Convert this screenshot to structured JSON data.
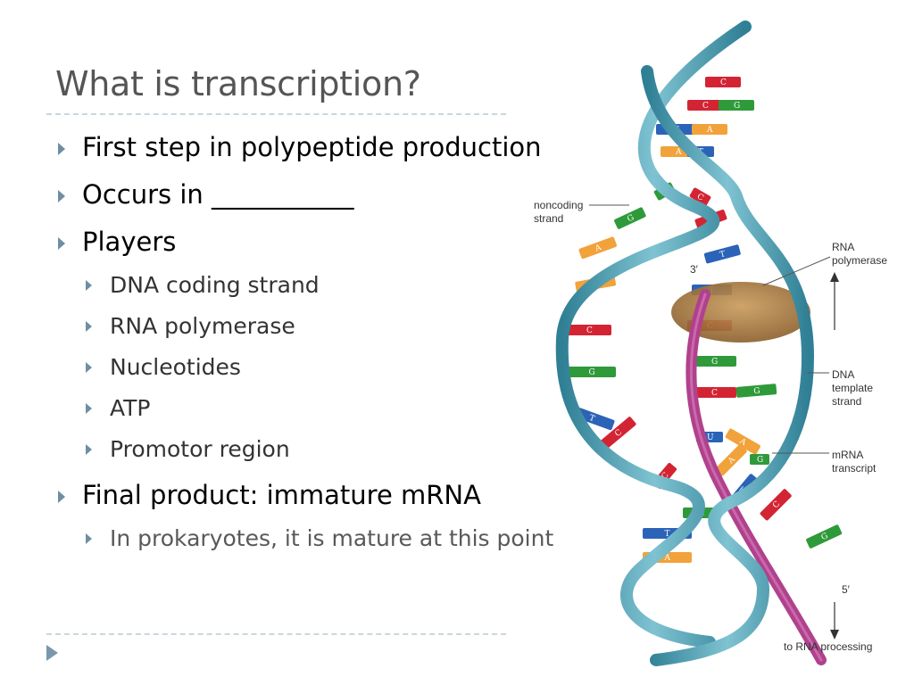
{
  "slide": {
    "title": "What is transcription?",
    "bullets": [
      {
        "level": 1,
        "text": "First step in polypeptide production"
      },
      {
        "level": 1,
        "text": "Occurs in ___________"
      },
      {
        "level": 1,
        "text": "Players"
      },
      {
        "level": 2,
        "text": "DNA coding strand"
      },
      {
        "level": 2,
        "text": "RNA polymerase"
      },
      {
        "level": 2,
        "text": "Nucleotides"
      },
      {
        "level": 2,
        "text": "ATP"
      },
      {
        "level": 2,
        "text": "Promotor region"
      },
      {
        "level": 1,
        "text": "Final product: immature mRNA"
      },
      {
        "level": 2,
        "text": "In prokaryotes, it is mature at this point"
      }
    ]
  },
  "figure": {
    "labels": {
      "noncoding_1": "noncoding",
      "noncoding_2": "strand",
      "rna_pol_1": "RNA",
      "rna_pol_2": "polymerase",
      "three_prime": "3′",
      "dna_template_1": "DNA",
      "dna_template_2": "template",
      "dna_template_3": "strand",
      "mrna_1": "mRNA",
      "mrna_2": "transcript",
      "five_prime": "5′",
      "to_processing": "to RNA processing"
    },
    "bases": [
      "C",
      "C",
      "G",
      "T",
      "A",
      "A",
      "T",
      "G",
      "C",
      "G",
      "C",
      "A",
      "T",
      "A",
      "T",
      "C",
      "C",
      "G",
      "G",
      "C",
      "G",
      "U",
      "A",
      "G",
      "T",
      "C",
      "C",
      "A",
      "T",
      "C",
      "G",
      "T",
      "A",
      "G"
    ],
    "colors": {
      "backbone": "#4f9fb3",
      "mrna": "#b0418d",
      "polymerase": "#a87a3c",
      "base_red": "#d32434",
      "base_green": "#2f9a3a",
      "base_blue": "#2b63b8",
      "base_orange": "#f2a23a",
      "accent": "#6e8ea3"
    }
  }
}
